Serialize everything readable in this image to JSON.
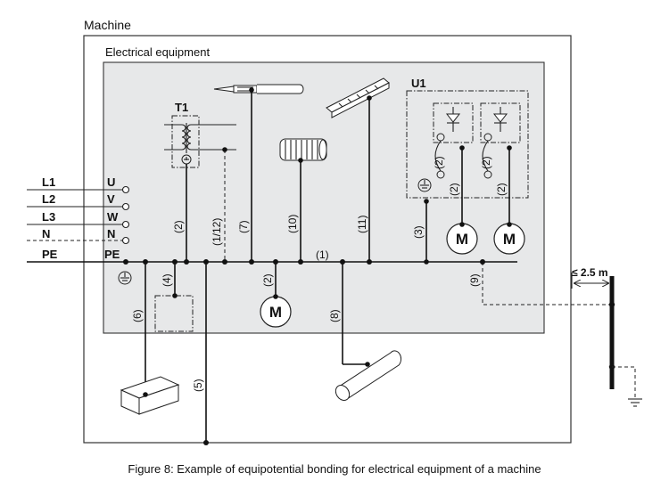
{
  "labels": {
    "machine": "Machine",
    "electrical_equipment": "Electrical equipment",
    "figure_caption": "Figure 8: Example of equipotential bonding for electrical equipment of a machine",
    "transformer": "T1",
    "unit": "U1",
    "distance": "≤ 2.5 m",
    "motor": "M"
  },
  "supply": {
    "lines": [
      "L1",
      "L2",
      "L3",
      "N",
      "PE"
    ],
    "terminals": [
      "U",
      "V",
      "W",
      "N",
      "PE"
    ]
  },
  "conductor_refs": {
    "main_bar": "(1)",
    "transformer": "(2)",
    "transformer_dashed": "(1/12)",
    "cable": "(7)",
    "coil": "(10)",
    "rail": "(11)",
    "unit": "(3)",
    "unit_left": "(2)",
    "unit_left_motor": "(2)",
    "unit_right": "(2)",
    "unit_right_motor": "(2)",
    "box_dashed": "(4)",
    "floor_duct": "(6)",
    "frame": "(5)",
    "motor_bottom": "(2)",
    "pipe": "(8)",
    "external": "(9)"
  },
  "icons": [
    "earth-icon",
    "motor-icon",
    "diode-icon",
    "transformer-icon",
    "cable-icon",
    "coil-icon",
    "din-rail-icon",
    "duct-icon",
    "pipe-icon",
    "ground-rod-icon"
  ]
}
